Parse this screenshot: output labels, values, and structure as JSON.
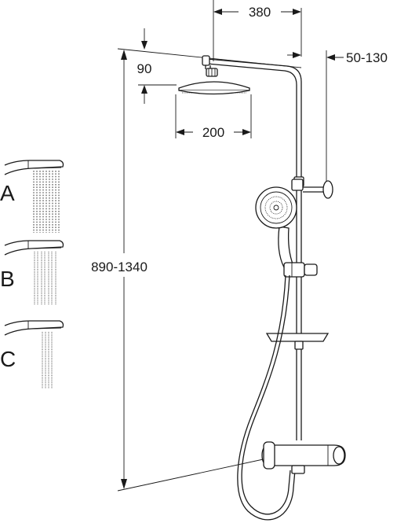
{
  "dimensions": {
    "arm_length": "380",
    "head_offset": "90",
    "wall_bracket": "50-130",
    "head_diameter": "200",
    "total_height": "890-1340"
  },
  "spray_modes": [
    {
      "label": "A"
    },
    {
      "label": "B"
    },
    {
      "label": "C"
    }
  ]
}
